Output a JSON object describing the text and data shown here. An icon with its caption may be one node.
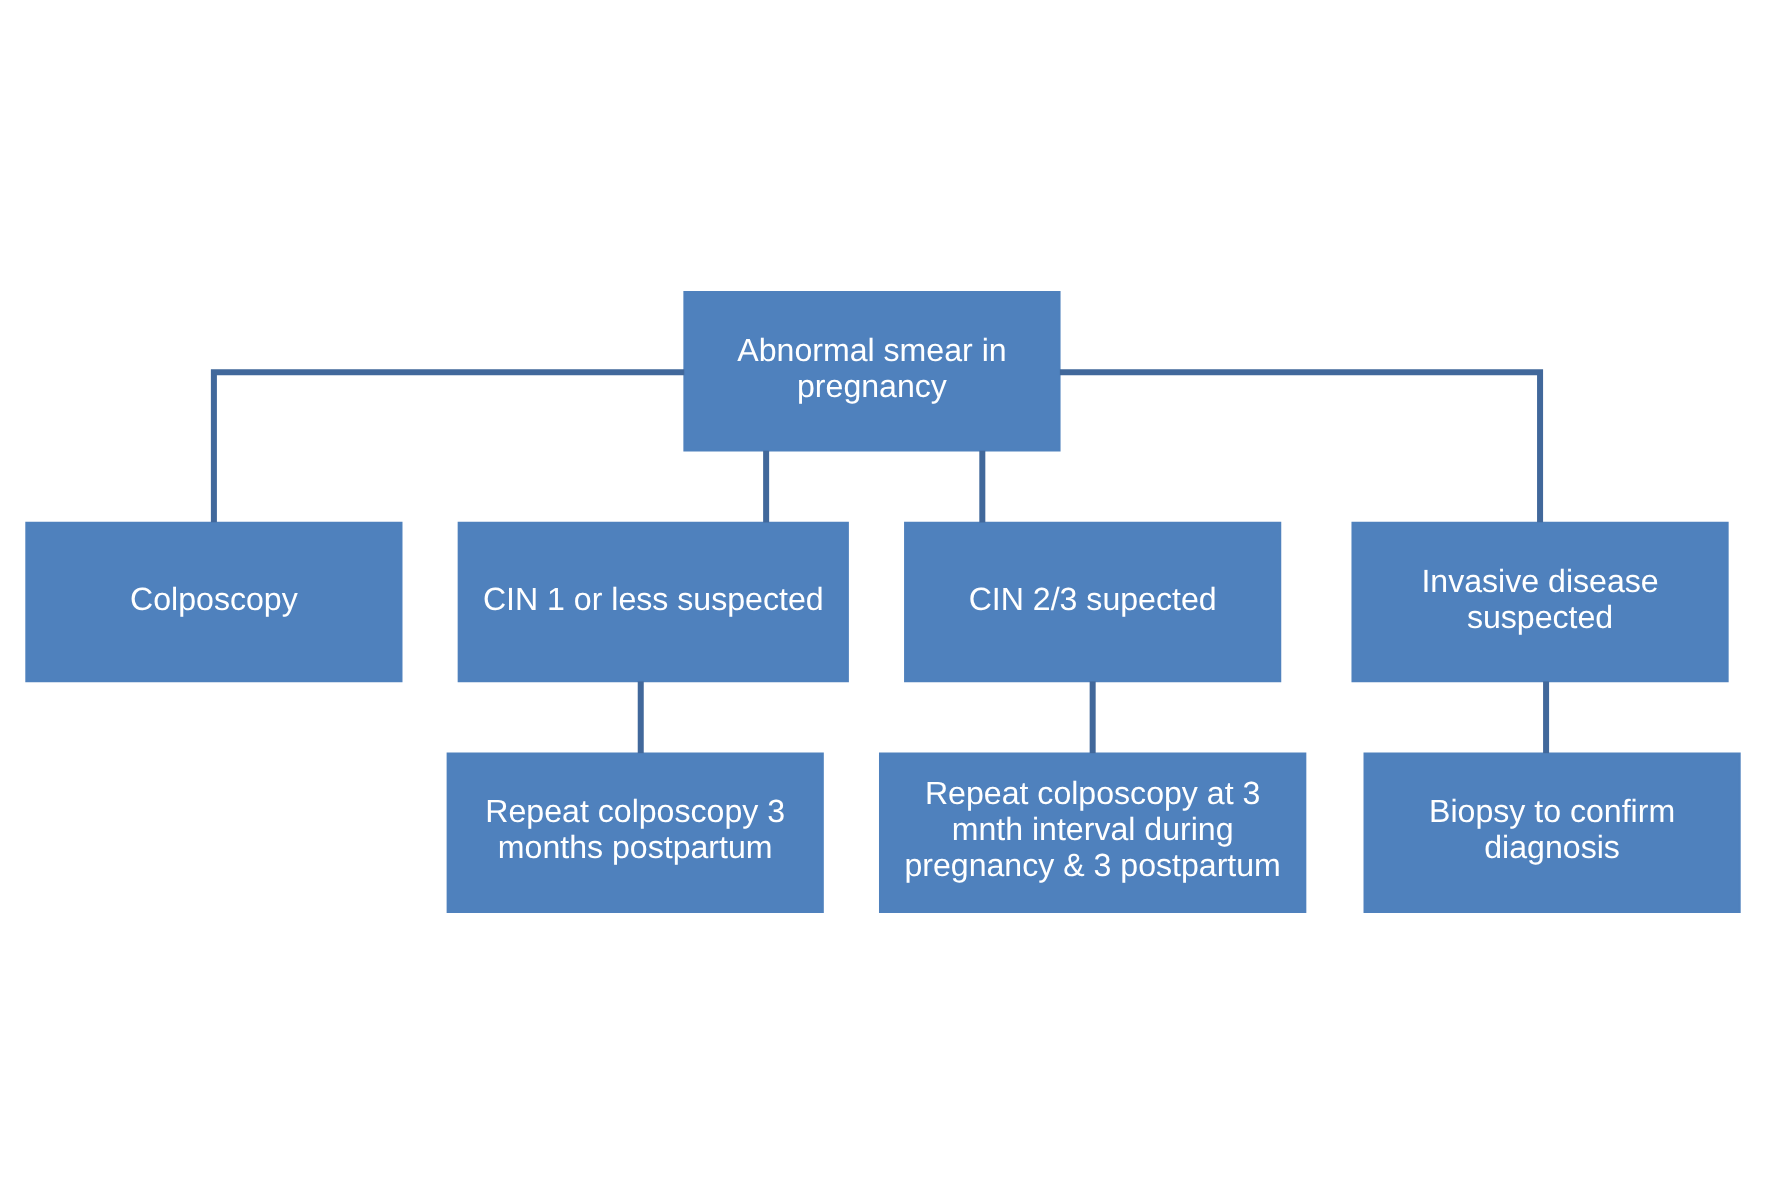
{
  "diagram": {
    "nodes": [
      {
        "text": [
          "Abnormal smear in pregnancy"
        ]
      },
      {
        "text": [
          "Colposcopy"
        ]
      },
      {
        "text": [
          "CIN 1 or less suspected"
        ]
      },
      {
        "text": [
          "CIN 2/3 supected"
        ]
      },
      {
        "text": [
          "Invasive disease suspected"
        ]
      },
      {
        "text": [
          "Repeat colposcopy 3 months postpartum"
        ]
      },
      {
        "text": [
          "Repeat colposcopy at 3 mnth interval during pregnancy & 3 postpartum"
        ]
      },
      {
        "text": [
          "Biopsy to confirm diagnosis"
        ]
      }
    ],
    "edges": [
      {
        "from": 0,
        "to": 1,
        "arrow": "none"
      },
      {
        "from": 0,
        "to": 2,
        "arrow": "none"
      },
      {
        "from": 0,
        "to": 3,
        "arrow": "none"
      },
      {
        "from": 0,
        "to": 4,
        "arrow": "none"
      },
      {
        "from": 2,
        "to": 5,
        "arrow": "none"
      },
      {
        "from": 3,
        "to": 6,
        "arrow": "none"
      },
      {
        "from": 4,
        "to": 7,
        "arrow": "none"
      }
    ]
  }
}
